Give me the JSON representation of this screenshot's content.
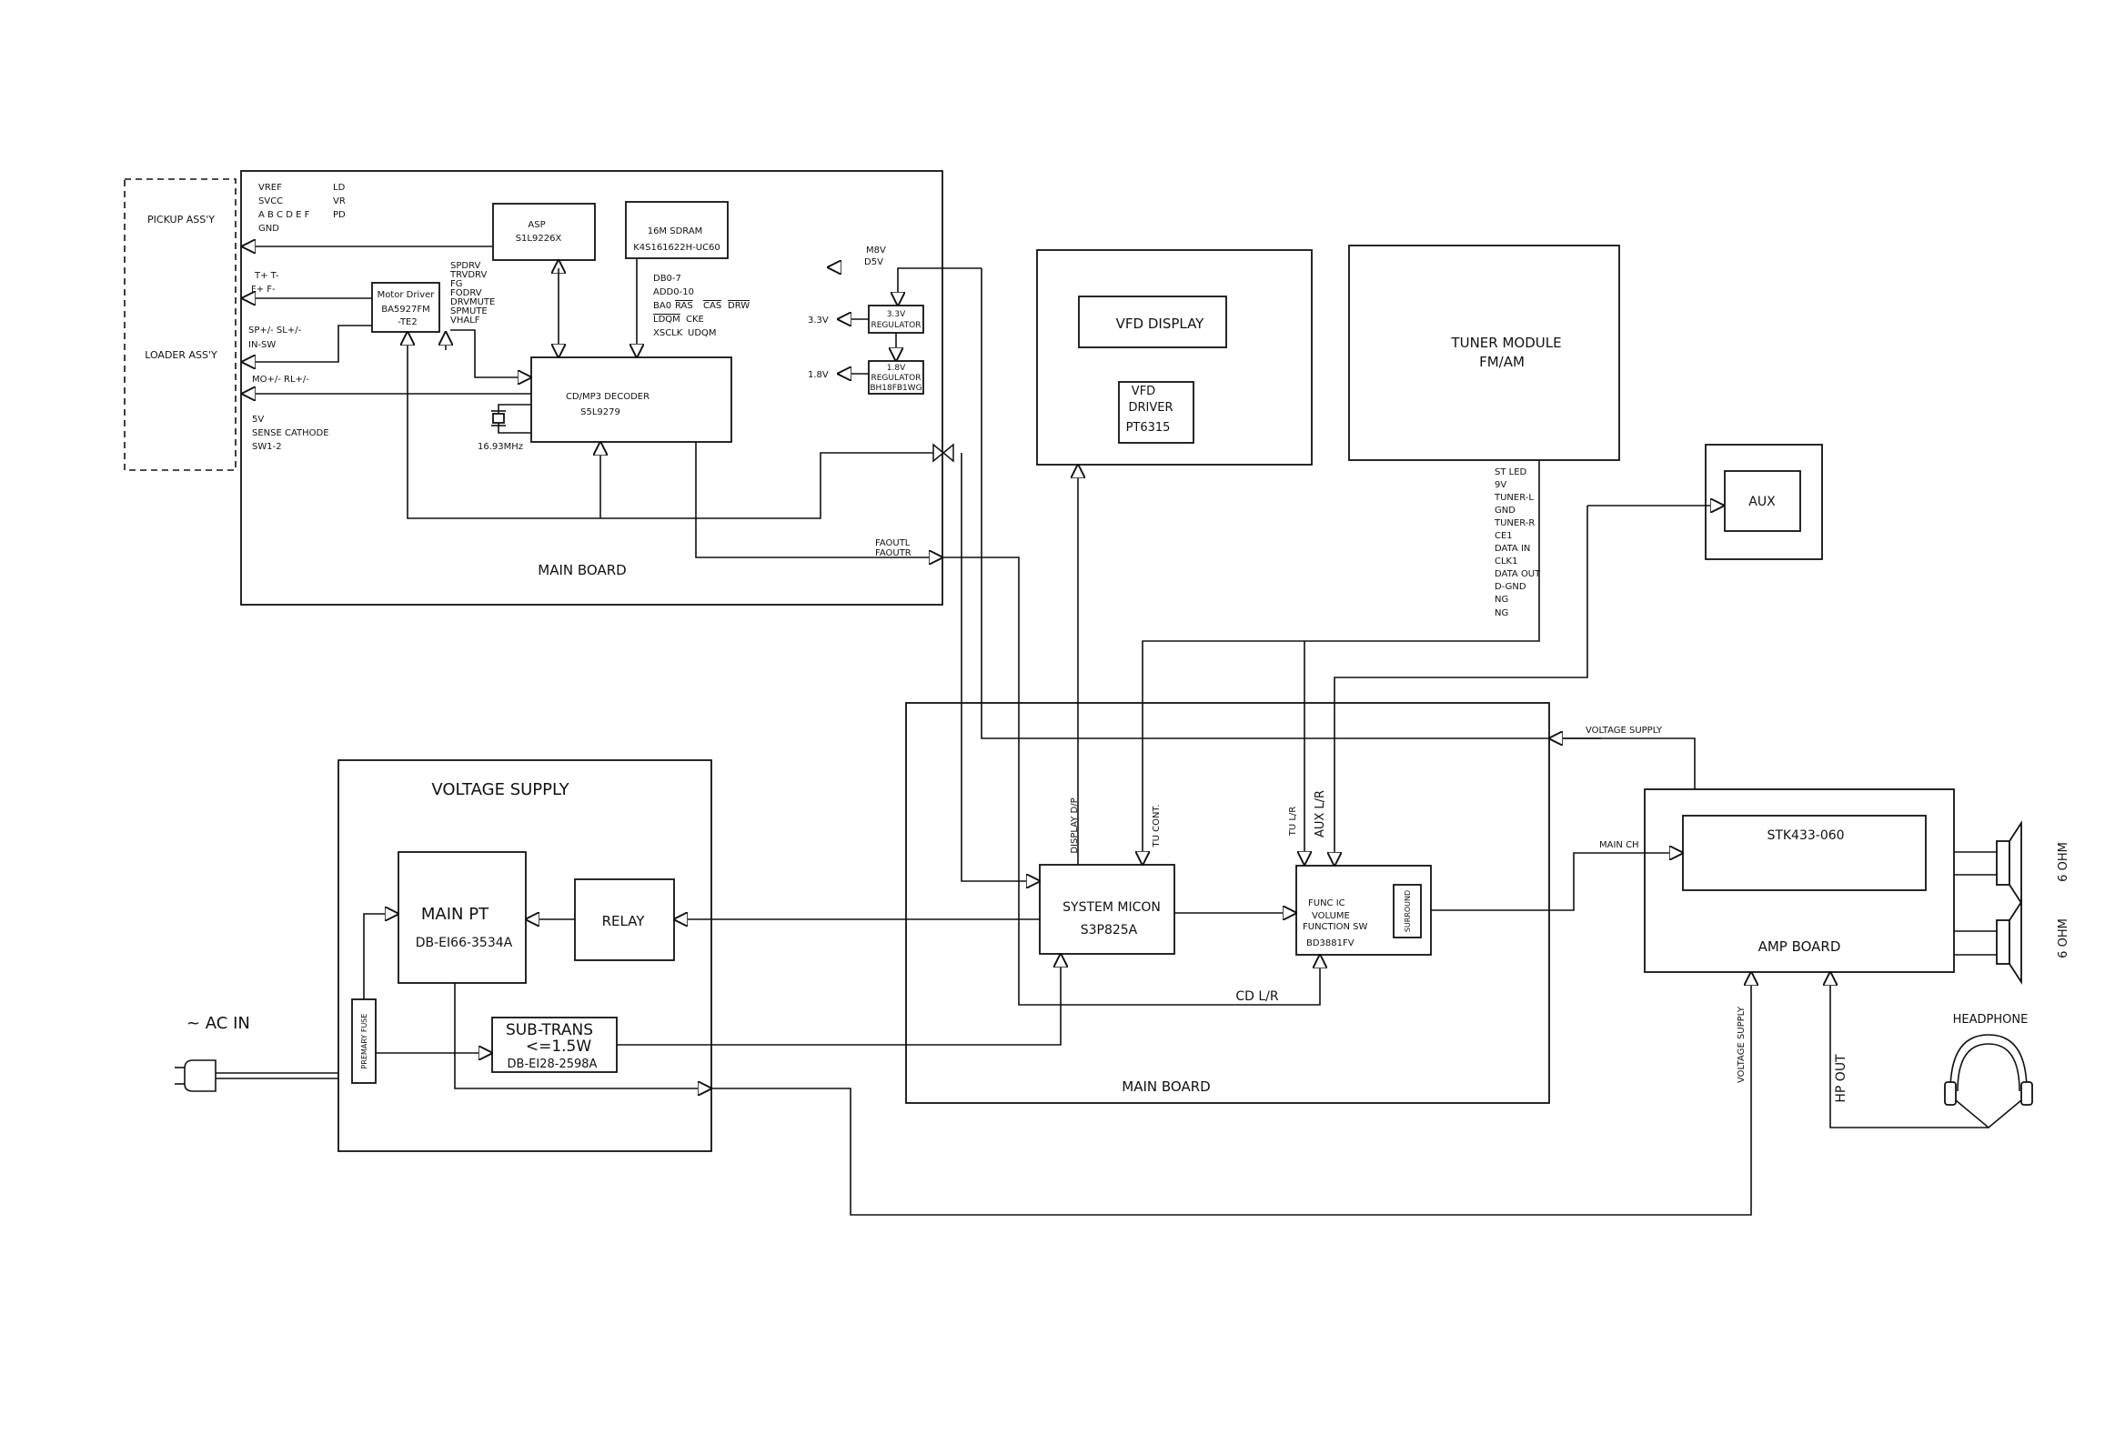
{
  "pickup": {
    "pickup_label": "PICKUP ASS'Y",
    "loader_label": "LOADER ASS'Y",
    "sig_vref": "VREF",
    "sig_ld": "LD",
    "sig_svcc": "SVCC",
    "sig_vr": "VR",
    "sig_abcdef": "A B C D E F",
    "sig_pd": "PD",
    "sig_gnd": "GND",
    "sig_track": "T+ T-",
    "sig_focus": "F+ F-",
    "sig_spsl": "SP+/-  SL+/-",
    "sig_insw": "IN-SW",
    "sig_morl": "MO+/-  RL+/-",
    "sig_5v": "5V",
    "sig_sense": "SENSE CATHODE",
    "sig_sw": "SW1-2"
  },
  "cd_board": {
    "label": "MAIN  BOARD",
    "asp_title": "ASP",
    "asp_part": "S1L9226X",
    "sdram_title": "16M SDRAM",
    "sdram_part": "K4S161622H-UC60",
    "driver_title": "Motor Driver",
    "driver_part1": "BA5927FM",
    "driver_part2": "-TE2",
    "decoder_title": "CD/MP3 DECODER",
    "decoder_part": "S5L9279",
    "crystal": "16.93MHz",
    "drv_signals": [
      "SPDRV",
      "TRVDRV",
      "FG",
      "FODRV",
      "DRVMUTE",
      "SPMUTE",
      "VHALF"
    ],
    "bus_db": "DB0-7",
    "bus_addr": "ADD0-10",
    "bus_ba": "BA0",
    "bus_ras": "RAS",
    "bus_cas": "CAS",
    "bus_drw": "DRW",
    "bus_ldqm": "LDQM",
    "bus_cke": "CKE",
    "bus_xsclk": "XSCLK",
    "bus_udqm": "UDQM",
    "pwr_m8v": "M8V",
    "pwr_d5v": "D5V",
    "reg33_line1": "3.3V",
    "reg33_line2": "REGULATOR",
    "out_33": "3.3V",
    "reg18_line1": "1.8V",
    "reg18_line2": "REGULATOR",
    "reg18_part": "BH18FB1WG",
    "out_18": "1.8V",
    "faoutl": "FAOUTL",
    "faoutr": "FAOUTR"
  },
  "vfd": {
    "display": "VFD DISPLAY",
    "driver1": "VFD",
    "driver2": "DRIVER",
    "driver_part": "PT6315"
  },
  "tuner": {
    "title": "TUNER MODULE",
    "band": "FM/AM",
    "pins": [
      "ST LED",
      "9V",
      "TUNER-L",
      "GND",
      "TUNER-R",
      "CE1",
      "DATA IN",
      "CLK1",
      "DATA OUT",
      "D-GND",
      "NG",
      "NG"
    ]
  },
  "aux": {
    "label": "AUX"
  },
  "main_board": {
    "label": "MAIN   BOARD",
    "voltage_supply": "VOLTAGE SUPPLY",
    "display_dp": "DISPLAY D/P",
    "tu_cont": "TU CONT.",
    "tu_lr": "TU L/R",
    "aux_lr": "AUX L/R",
    "micon_title": "SYSTEM MICON",
    "micon_part": "S3P825A",
    "func_title": "FUNC IC",
    "func_line2": "VOLUME",
    "func_line3": "FUNCTION SW",
    "func_part": "BD3881FV",
    "surround": "SURROUND",
    "cd_lr": "CD L/R"
  },
  "power": {
    "title": "VOLTAGE SUPPLY",
    "main_pt": "MAIN PT",
    "main_pt_part": "DB-EI66-3534A",
    "relay": "RELAY",
    "sub_trans": "SUB-TRANS",
    "sub_trans_power": "<=1.5W",
    "sub_trans_part": "DB-EI28-2598A",
    "fuse": "PREMARY FUSE",
    "ac_in": "~ AC IN"
  },
  "amp": {
    "ic": "STK433-060",
    "label": "AMP   BOARD",
    "main_ch": "MAIN CH",
    "voltage_supply": "VOLTAGE SUPPLY",
    "hp_out": "HP OUT",
    "headphone": "HEADPHONE",
    "speaker1": "6  OHM",
    "speaker2": "6  OHM"
  }
}
